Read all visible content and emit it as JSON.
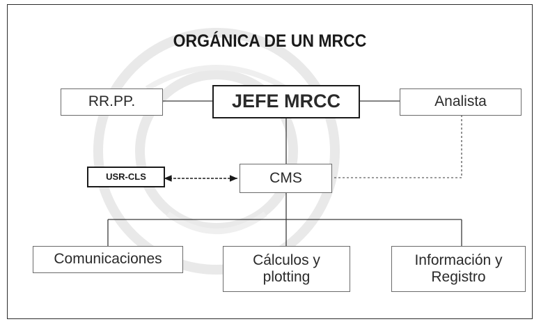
{
  "title": "ORGÁNICA DE UN MRCC",
  "nodes": {
    "jefe": "JEFE MRCC",
    "rrpp": "RR.PP.",
    "analista": "Analista",
    "cms": "CMS",
    "usr_cls": "USR-CLS",
    "comunicaciones": "Comunicaciones",
    "calculos": "Cálculos y plotting",
    "informacion": "Información y Registro"
  }
}
